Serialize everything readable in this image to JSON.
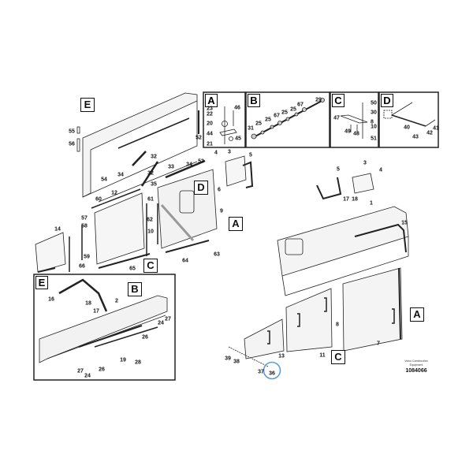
{
  "diagram": {
    "ref_labels": {
      "A": "A",
      "B": "B",
      "C": "C",
      "D": "D",
      "E": "E"
    },
    "inset_A": [
      "23",
      "22",
      "46",
      "20",
      "44",
      "45",
      "21"
    ],
    "inset_B": [
      "31",
      "25",
      "25",
      "67",
      "25",
      "25",
      "67",
      "29"
    ],
    "inset_C": [
      "50",
      "30",
      "47",
      "8",
      "10",
      "49",
      "48",
      "51"
    ],
    "inset_D": [
      "40",
      "41",
      "42",
      "43"
    ],
    "left_assembly": [
      "52",
      "55",
      "56",
      "54",
      "34",
      "32",
      "32",
      "34",
      "33",
      "35",
      "53",
      "4",
      "3",
      "5",
      "6",
      "9",
      "12",
      "60",
      "61",
      "57",
      "58",
      "62",
      "10",
      "14",
      "59",
      "66",
      "65",
      "64",
      "63"
    ],
    "inset_E": [
      "16",
      "18",
      "17",
      "2",
      "24",
      "27",
      "26",
      "19",
      "28",
      "27",
      "24",
      "26"
    ],
    "right_assembly": [
      "5",
      "3",
      "4",
      "17",
      "18",
      "1",
      "15",
      "8",
      "7",
      "11",
      "13",
      "39",
      "38",
      "37",
      "36"
    ],
    "highlighted_part": "36",
    "highlight_color": "#5b9bd5",
    "brand": "Volvo Construction Equipment",
    "drawing_number": "1084066"
  }
}
